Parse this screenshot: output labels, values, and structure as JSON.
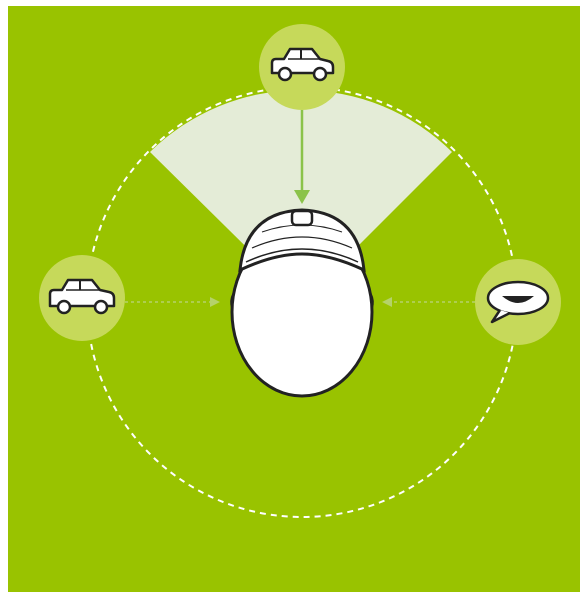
{
  "diagram": {
    "colors": {
      "background": "#99c300",
      "page_border": "#ffffff",
      "circle_dash": "#ffffff",
      "field_of_view": "#e4ecd7",
      "icon_badge": "#c6d95a",
      "arrow": "#8bc34a",
      "side_arrow": "#b5d26a",
      "head_fill": "#ffffff",
      "outline": "#222222"
    },
    "listener": {
      "view": "top-down head",
      "facing": "up",
      "field_of_view_degrees": 90
    },
    "sound_sources": [
      {
        "icon": "car-icon",
        "position": "front",
        "arrow_visible": true
      },
      {
        "icon": "car-icon",
        "position": "left",
        "arrow_visible": "faint"
      },
      {
        "icon": "speech-bubble-icon",
        "position": "right",
        "arrow_visible": "faint"
      }
    ],
    "circle_style": "dashed"
  }
}
